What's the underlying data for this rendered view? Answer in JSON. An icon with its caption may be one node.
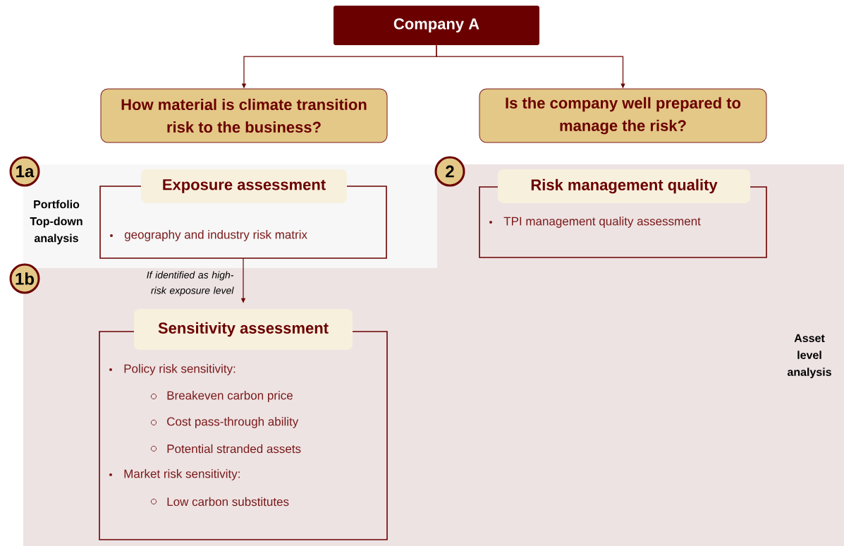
{
  "diagram": {
    "nodes": [
      {
        "text": [
          "Company A"
        ]
      },
      {
        "text": [
          "How material is climate transition risk to the business?"
        ]
      },
      {
        "text": [
          "Is the company well prepared to manage the risk?"
        ]
      },
      {
        "text": [
          "1a"
        ]
      },
      {
        "text": [
          "2"
        ]
      },
      {
        "text": [
          "Asset level analysis"
        ]
      },
      {
        "text": [
          "Portfolio Top-down analysis"
        ],
        "in": 5
      },
      {
        "text": [
          "Exposure assessment",
          "geography and industry risk matrix"
        ],
        "in": 6
      },
      {
        "text": [
          "Risk management quality",
          "TPI management quality assessment"
        ],
        "in": 5
      },
      {
        "text": [
          "1b"
        ]
      },
      {
        "text": [
          "Sensitivity assessment",
          "Policy risk sensitivity:",
          "Breakeven carbon price",
          "Cost pass-through ability",
          "Potential stranded assets",
          "Market risk sensitivity:",
          "Low carbon substitutes"
        ],
        "in": 5
      }
    ],
    "edges": [
      {
        "from": 0,
        "to": 1,
        "arrow": "to"
      },
      {
        "from": 0,
        "to": 2,
        "arrow": "to"
      },
      {
        "from": 7,
        "to": 10,
        "arrow": "to",
        "label": "If identified as high-risk exposure level"
      }
    ]
  }
}
